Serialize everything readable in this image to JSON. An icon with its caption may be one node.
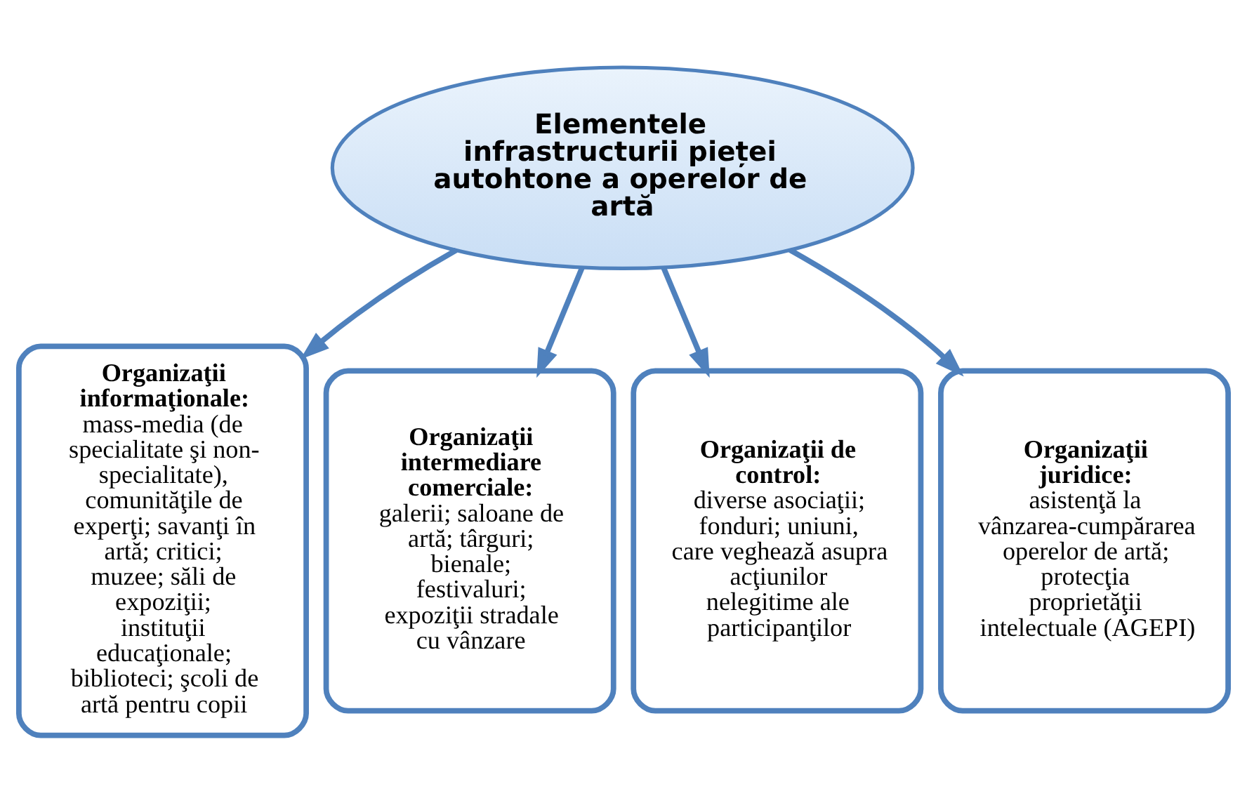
{
  "diagram": {
    "nodes": [
      {
        "text": [
          "Elementele infrastructurii pieței autohtone a operelor de artă"
        ]
      },
      {
        "text": [
          "Organizaţii informaţionale:",
          "mass-media (de specialitate şi non-specialitate), comunităţile de experţi; savanţi în artă; critici; muzee; săli de expoziţii; instituţii educaţionale; biblioteci; şcoli de artă pentru copii"
        ]
      },
      {
        "text": [
          "Organizaţii intermediare comerciale:",
          "galerii; saloane de artă; târguri; bienale; festivaluri; expoziţii stradale cu vânzare"
        ]
      },
      {
        "text": [
          "Organizaţii de control:",
          "diverse asociaţii; fonduri; uniuni, care veghează asupra acţiunilor nelegitime ale participanţilor"
        ]
      },
      {
        "text": [
          "Organizaţii juridice:",
          "asistenţă la vânzarea-cumpărarea operelor de artă; protecţia proprietăţii intelectuale (AGEPI)"
        ]
      }
    ],
    "edges": [
      {
        "from": 0,
        "to": 1,
        "arrow": "to"
      },
      {
        "from": 0,
        "to": 2,
        "arrow": "to"
      },
      {
        "from": 0,
        "to": 3,
        "arrow": "to"
      },
      {
        "from": 0,
        "to": 4,
        "arrow": "to"
      }
    ]
  }
}
